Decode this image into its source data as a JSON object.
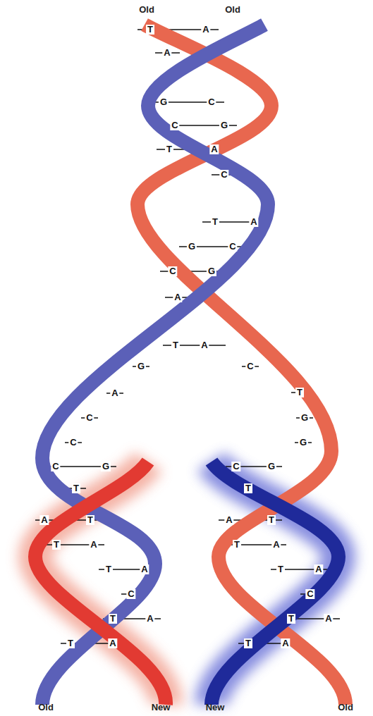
{
  "diagram": {
    "labels": [
      "Old",
      "Old",
      "T",
      "A",
      "A",
      "G",
      "C",
      "C",
      "G",
      "T",
      "A",
      "C",
      "T",
      "A",
      "G",
      "C",
      "C",
      "G",
      "A",
      "T",
      "A",
      "G",
      "C",
      "A",
      "T",
      "C",
      "G",
      "C",
      "G",
      "C",
      "G",
      "T",
      "A",
      "T",
      "T",
      "A",
      "T",
      "A",
      "C",
      "T",
      "A",
      "T",
      "A",
      "C",
      "G",
      "T",
      "A",
      "T",
      "T",
      "A",
      "T",
      "A",
      "C",
      "T",
      "A",
      "T",
      "A",
      "Old",
      "New",
      "New",
      "Old"
    ]
  }
}
